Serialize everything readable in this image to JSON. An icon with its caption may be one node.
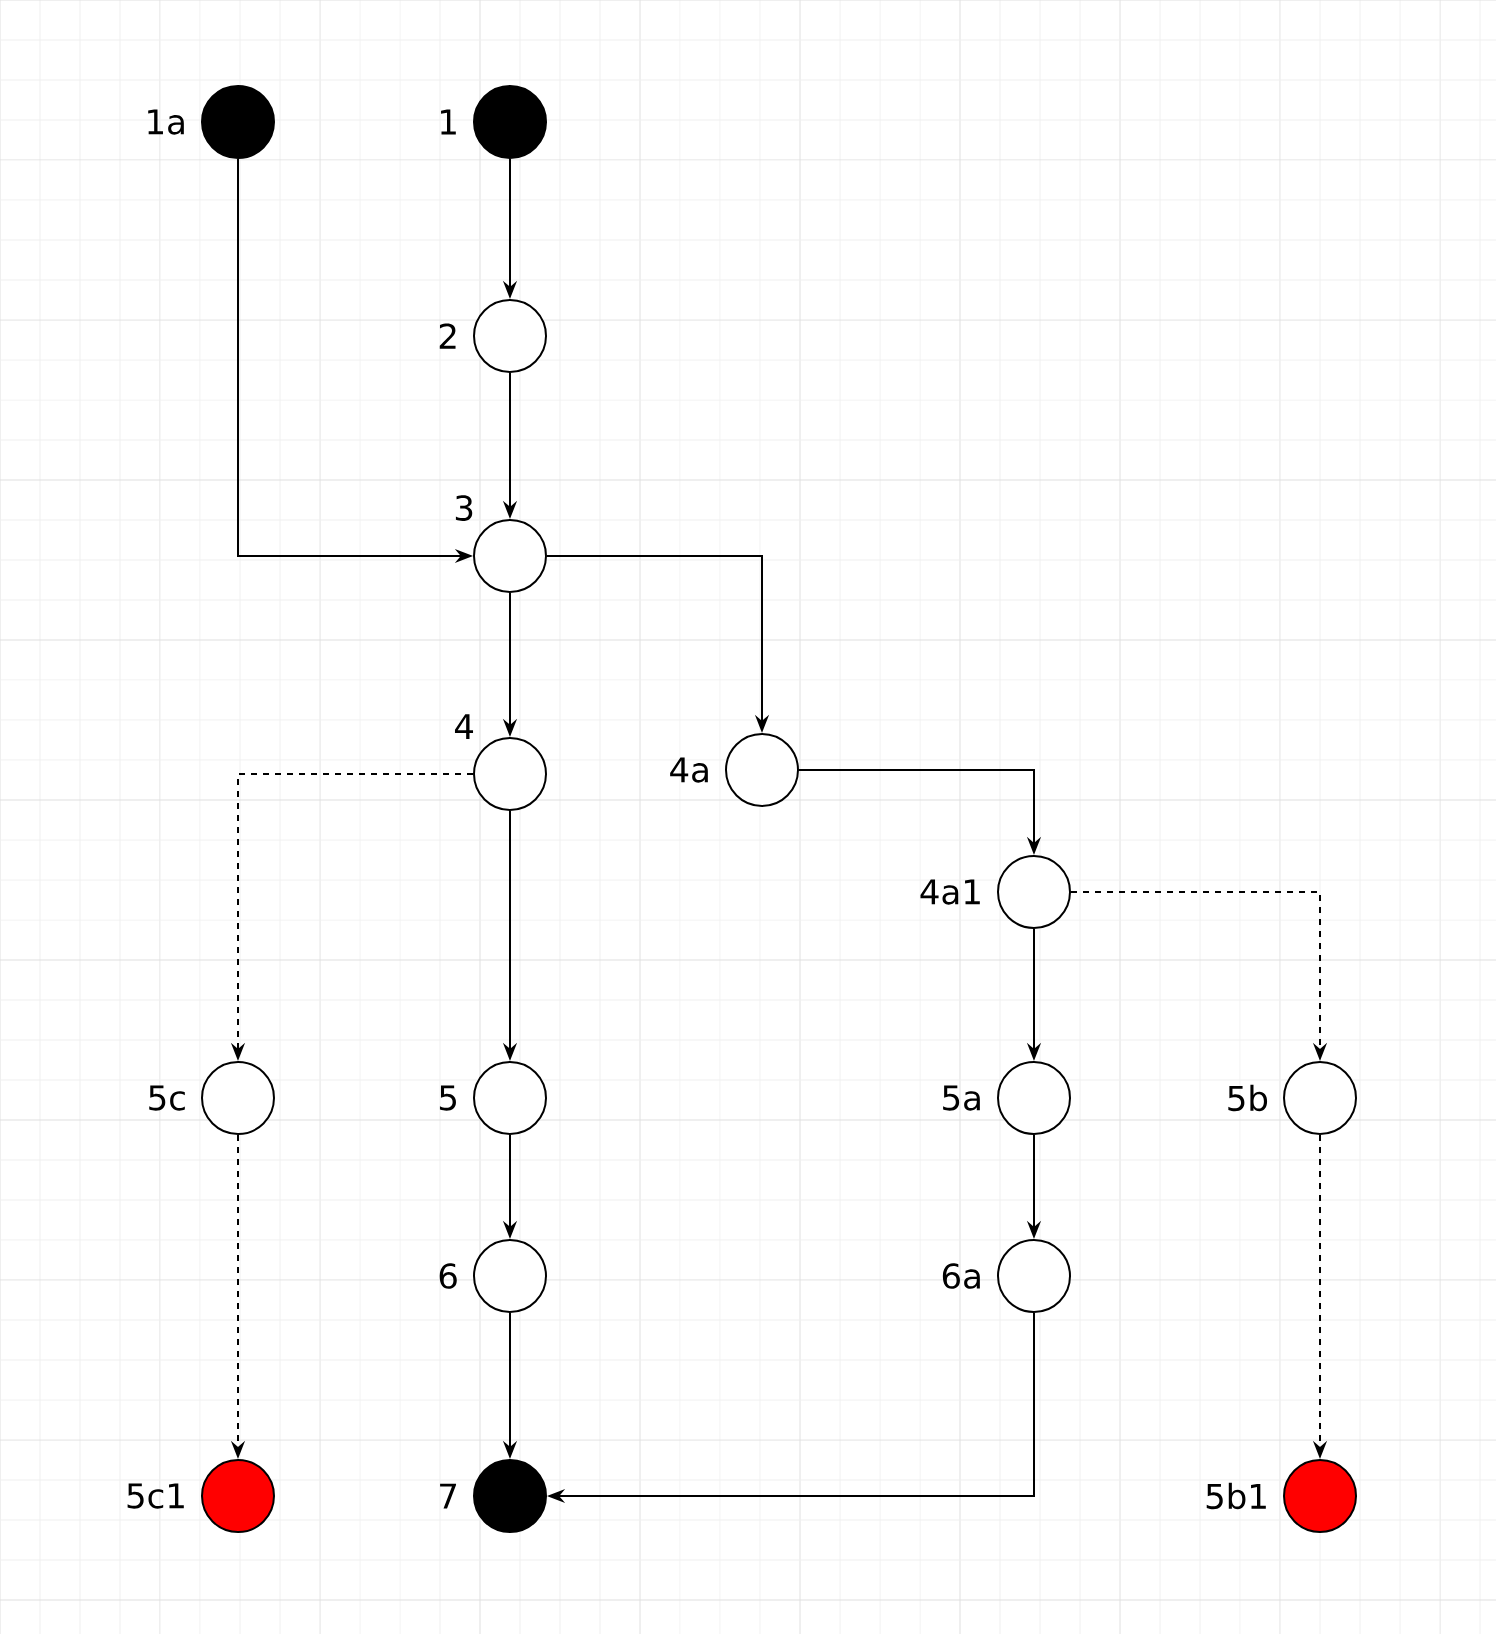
{
  "diagram": {
    "nodes": [
      {
        "text": [],
        "shape": "circle",
        "beside": [
          "1a"
        ]
      },
      {
        "text": [],
        "shape": "circle",
        "beside": [
          "1"
        ]
      },
      {
        "text": [],
        "shape": "circle",
        "beside": [
          "2"
        ]
      },
      {
        "text": [],
        "shape": "circle",
        "beside": [
          "3"
        ]
      },
      {
        "text": [],
        "shape": "circle",
        "beside": [
          "4"
        ]
      },
      {
        "text": [],
        "shape": "circle",
        "beside": [
          "4a"
        ]
      },
      {
        "text": [],
        "shape": "circle",
        "beside": [
          "4a1"
        ]
      },
      {
        "text": [],
        "shape": "circle",
        "beside": [
          "5c"
        ]
      },
      {
        "text": [],
        "shape": "circle",
        "beside": [
          "5"
        ]
      },
      {
        "text": [],
        "shape": "circle",
        "beside": [
          "5a"
        ]
      },
      {
        "text": [],
        "shape": "circle",
        "beside": [
          "5b"
        ]
      },
      {
        "text": [],
        "shape": "circle",
        "beside": [
          "6"
        ]
      },
      {
        "text": [],
        "shape": "circle",
        "beside": [
          "6a"
        ]
      },
      {
        "text": [],
        "shape": "circle",
        "beside": [
          "5c1"
        ]
      },
      {
        "text": [],
        "shape": "circle",
        "beside": [
          "7"
        ]
      },
      {
        "text": [],
        "shape": "circle",
        "beside": [
          "5b1"
        ]
      }
    ],
    "edges": [
      {
        "from": 1,
        "to": 2,
        "arrow": "to"
      },
      {
        "from": 2,
        "to": 3,
        "arrow": "to"
      },
      {
        "from": 0,
        "to": 3,
        "arrow": "to"
      },
      {
        "from": 3,
        "to": 4,
        "arrow": "to"
      },
      {
        "from": 3,
        "to": 5,
        "arrow": "to"
      },
      {
        "from": 4,
        "to": 7,
        "arrow": "to",
        "style": "dashed"
      },
      {
        "from": 4,
        "to": 8,
        "arrow": "to"
      },
      {
        "from": 5,
        "to": 6,
        "arrow": "to"
      },
      {
        "from": 6,
        "to": 9,
        "arrow": "to"
      },
      {
        "from": 6,
        "to": 10,
        "arrow": "to",
        "style": "dashed"
      },
      {
        "from": 8,
        "to": 11,
        "arrow": "to"
      },
      {
        "from": 9,
        "to": 12,
        "arrow": "to"
      },
      {
        "from": 11,
        "to": 14,
        "arrow": "to"
      },
      {
        "from": 12,
        "to": 14,
        "arrow": "to"
      },
      {
        "from": 7,
        "to": 13,
        "arrow": "to",
        "style": "dashed"
      },
      {
        "from": 10,
        "to": 15,
        "arrow": "to",
        "style": "dashed"
      }
    ]
  }
}
